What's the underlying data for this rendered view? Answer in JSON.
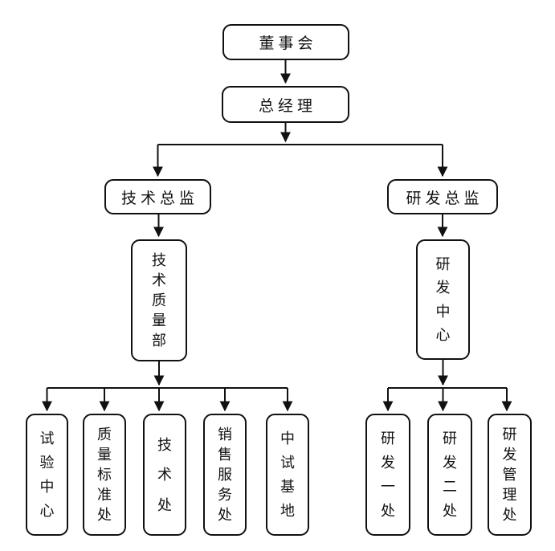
{
  "diagram": {
    "type": "org-chart",
    "colors": {
      "line": "#111111",
      "box_border": "#111111",
      "box_background": "#ffffff",
      "text": "#111111",
      "page_background": "#ffffff"
    },
    "nodes": {
      "board": {
        "label": "董事会",
        "orientation": "horizontal"
      },
      "general_manager": {
        "label": "总经理",
        "orientation": "horizontal"
      },
      "tech_director": {
        "label": "技术总监",
        "orientation": "horizontal"
      },
      "rd_director": {
        "label": "研发总监",
        "orientation": "horizontal"
      },
      "tech_quality_dept": {
        "label": "技术质量部",
        "orientation": "vertical"
      },
      "rd_center": {
        "label": "研发中心",
        "orientation": "vertical"
      },
      "test_center": {
        "label": "试验中心",
        "orientation": "vertical"
      },
      "quality_standards_office": {
        "label": "质量标准处",
        "orientation": "vertical"
      },
      "technology_office": {
        "label": "技术处",
        "orientation": "vertical"
      },
      "sales_service_office": {
        "label": "销售服务处",
        "orientation": "vertical"
      },
      "pilot_test_base": {
        "label": "中试基地",
        "orientation": "vertical"
      },
      "rd_office_1": {
        "label": "研发一处",
        "orientation": "vertical"
      },
      "rd_office_2": {
        "label": "研发二处",
        "orientation": "vertical"
      },
      "rd_management_office": {
        "label": "研发管理处",
        "orientation": "vertical"
      }
    },
    "edges": [
      {
        "from": "board",
        "to": "general_manager"
      },
      {
        "from": "general_manager",
        "to": "tech_director"
      },
      {
        "from": "general_manager",
        "to": "rd_director"
      },
      {
        "from": "tech_director",
        "to": "tech_quality_dept"
      },
      {
        "from": "rd_director",
        "to": "rd_center"
      },
      {
        "from": "tech_quality_dept",
        "to": "test_center"
      },
      {
        "from": "tech_quality_dept",
        "to": "quality_standards_office"
      },
      {
        "from": "tech_quality_dept",
        "to": "technology_office"
      },
      {
        "from": "tech_quality_dept",
        "to": "sales_service_office"
      },
      {
        "from": "tech_quality_dept",
        "to": "pilot_test_base"
      },
      {
        "from": "rd_center",
        "to": "rd_office_1"
      },
      {
        "from": "rd_center",
        "to": "rd_office_2"
      },
      {
        "from": "rd_center",
        "to": "rd_management_office"
      }
    ]
  }
}
